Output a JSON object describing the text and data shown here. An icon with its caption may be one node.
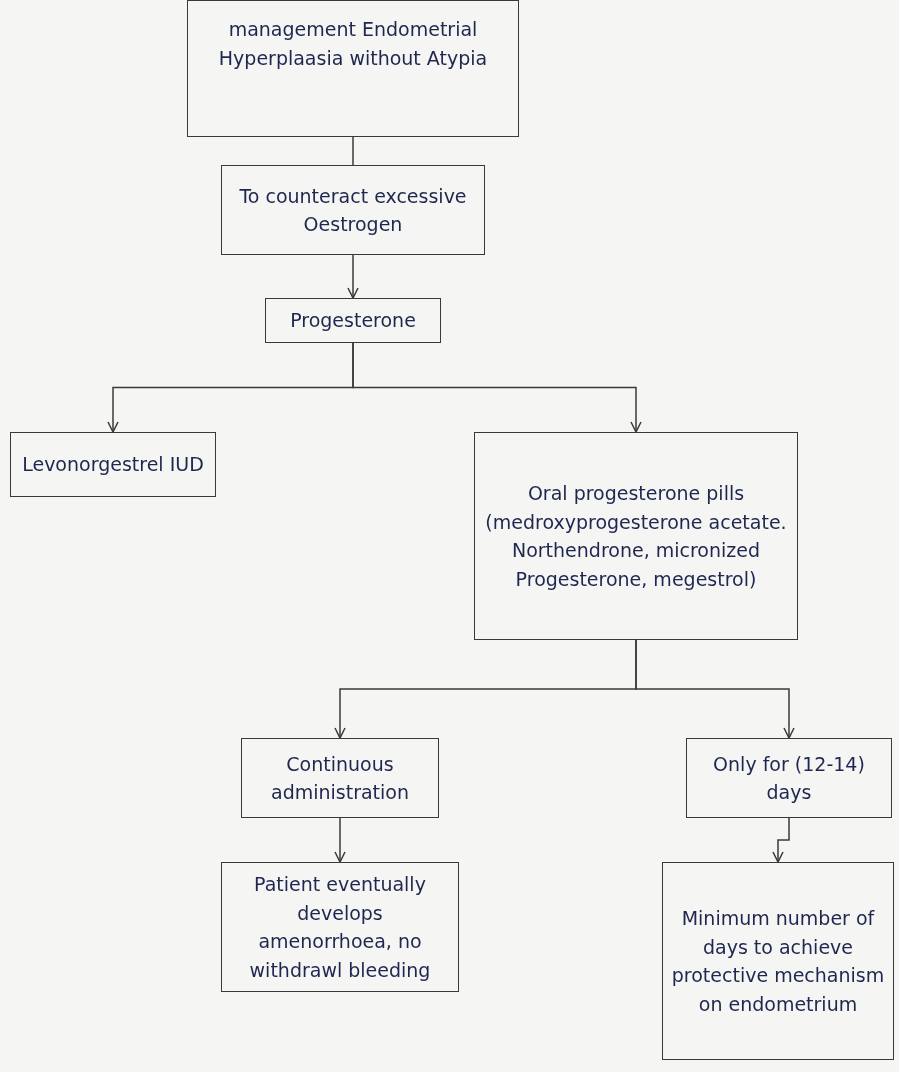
{
  "diagram": {
    "nodes": [
      {
        "text": [
          "management Endometrial Hyperplaasia without Atypia"
        ]
      },
      {
        "text": [
          "To counteract excessive Oestrogen"
        ]
      },
      {
        "text": [
          "Progesterone"
        ]
      },
      {
        "text": [
          "Levonorgestrel IUD"
        ]
      },
      {
        "text": [
          "Oral progesterone pills (medroxyprogesterone acetate. Northendrone, micronized Progesterone, megestrol)"
        ]
      },
      {
        "text": [
          "Continuous administration"
        ]
      },
      {
        "text": [
          "Only for (12-14) days"
        ]
      },
      {
        "text": [
          "Patient eventually develops amenorrhoea, no withdrawl bleeding"
        ]
      },
      {
        "text": [
          "Minimum number of days to achieve protective mechanism on endometrium"
        ]
      }
    ],
    "edges": [
      {
        "from": 0,
        "to": 1,
        "arrow": "none"
      },
      {
        "from": 1,
        "to": 2,
        "arrow": "to"
      },
      {
        "from": 2,
        "to": 3,
        "arrow": "to"
      },
      {
        "from": 2,
        "to": 4,
        "arrow": "to"
      },
      {
        "from": 4,
        "to": 5,
        "arrow": "to"
      },
      {
        "from": 4,
        "to": 6,
        "arrow": "to"
      },
      {
        "from": 5,
        "to": 7,
        "arrow": "to"
      },
      {
        "from": 6,
        "to": 8,
        "arrow": "to"
      }
    ]
  }
}
